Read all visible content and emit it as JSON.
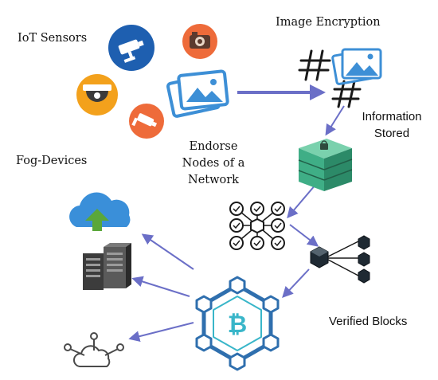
{
  "labels": {
    "iot_sensors": "IoT Sensors",
    "image_encryption": "Image Encryption",
    "information_stored_line1": "Information",
    "information_stored_line2": "Stored",
    "fog_devices": "Fog-Devices",
    "endorse_line1": "Endorse",
    "endorse_line2": "Nodes of a",
    "endorse_line3": "Network",
    "verified_blocks": "Verified Blocks"
  },
  "icons": {
    "cctv_camera": "cctv-camera-icon",
    "photo_camera": "photo-camera-icon",
    "dome_camera": "dome-camera-icon",
    "wall_camera": "wall-camera-icon",
    "image_gallery": "image-gallery-icon",
    "hash_symbols": "hash-icon",
    "storage_box": "storage-box-icon",
    "node_network": "node-network-icon",
    "block_chain": "block-chain-icon",
    "bitcoin_network": "bitcoin-network-icon",
    "cloud_upload": "cloud-upload-icon",
    "servers": "server-icon",
    "cloud_network": "cloud-network-icon"
  },
  "colors": {
    "arrow": "#6b6fc7",
    "cctv_circle": "#1e5fb0",
    "photo_circle": "#ee6b3a",
    "dome_circle": "#f3a11c",
    "wall_circle": "#ee6b3a",
    "gallery_blue": "#3d8fd6",
    "box_green": "#3fae86",
    "chain_blue": "#2f6fae",
    "bitcoin_teal": "#39b6c9",
    "cloud_blue": "#3a8fd9",
    "upload_green": "#5aa73a",
    "server_dark": "#3c3c3c"
  }
}
